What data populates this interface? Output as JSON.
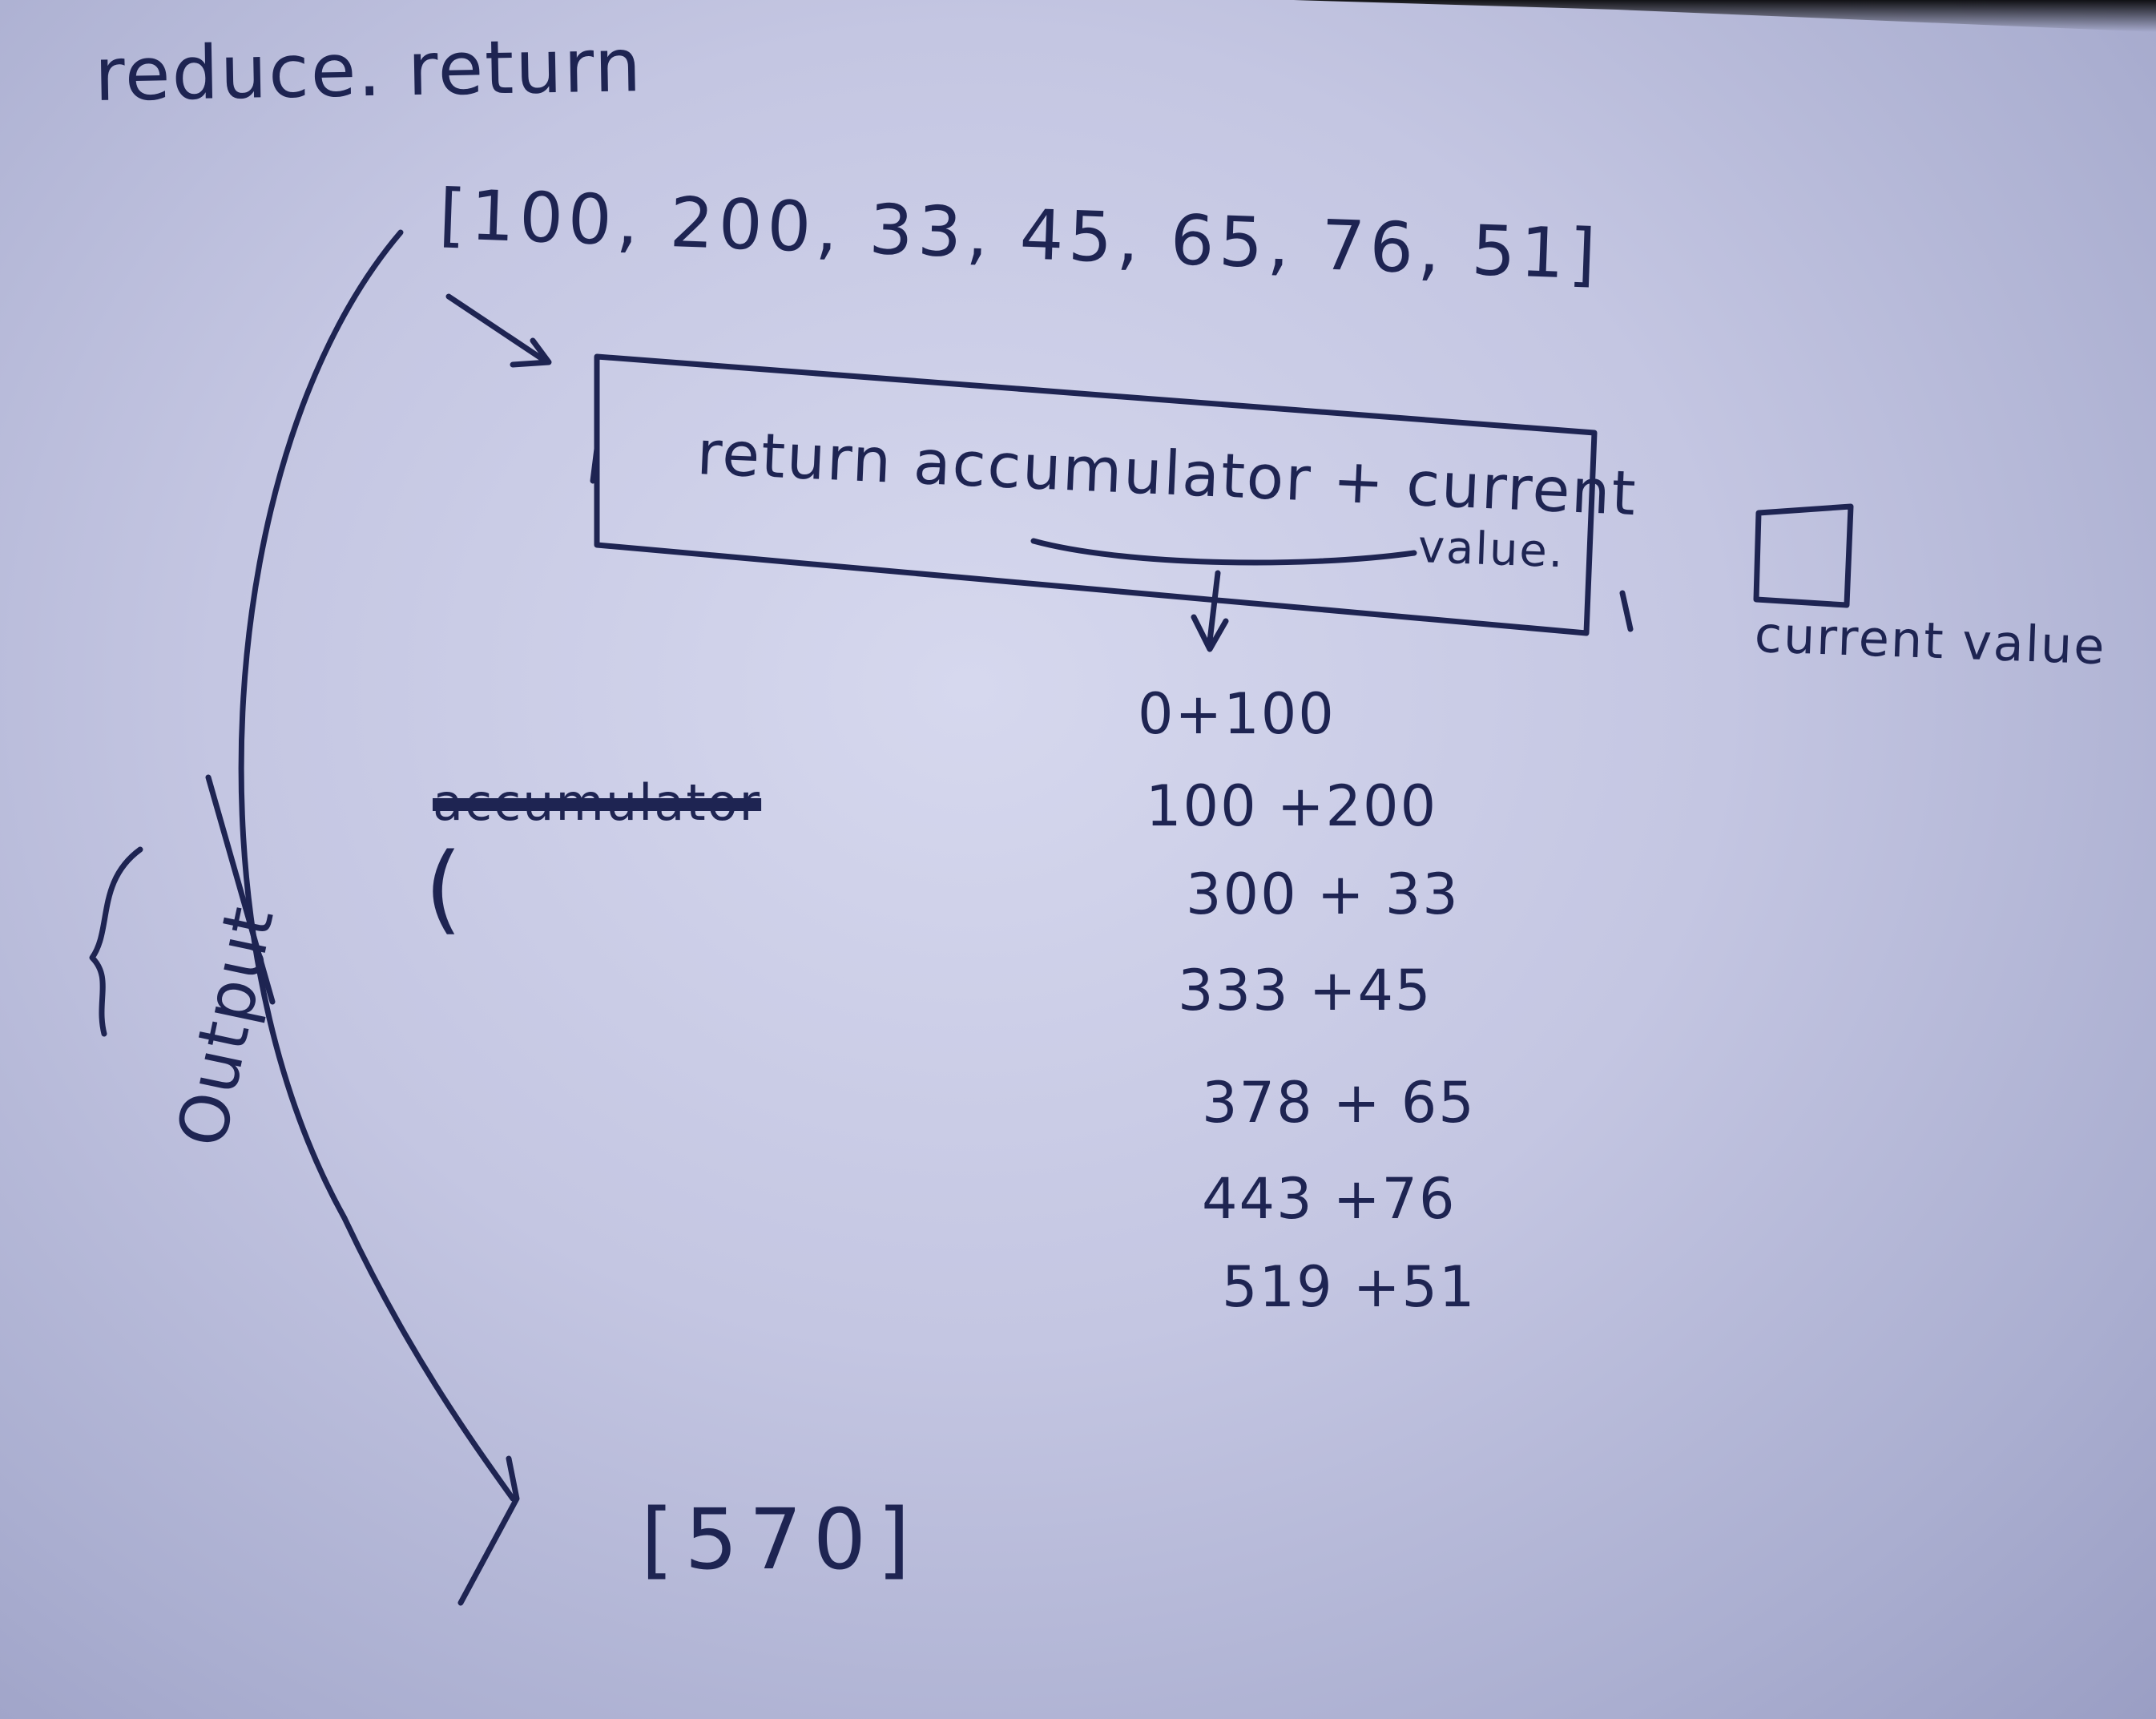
{
  "title": "reduce. return",
  "array": "[100, 200, 33, 45, 65, 76, 51]",
  "box": {
    "line1": "return   accumulator + current",
    "line2": "value."
  },
  "current_value_label": "current value",
  "accumulator_label": "accumulator",
  "paren": "(",
  "output_label": "Output",
  "steps": [
    "0+100",
    "100 +200",
    "300 + 33",
    "333 +45",
    "378 + 65",
    "443 +76",
    "519 +51"
  ],
  "result": "[570]",
  "ink_color": "#1e2452"
}
